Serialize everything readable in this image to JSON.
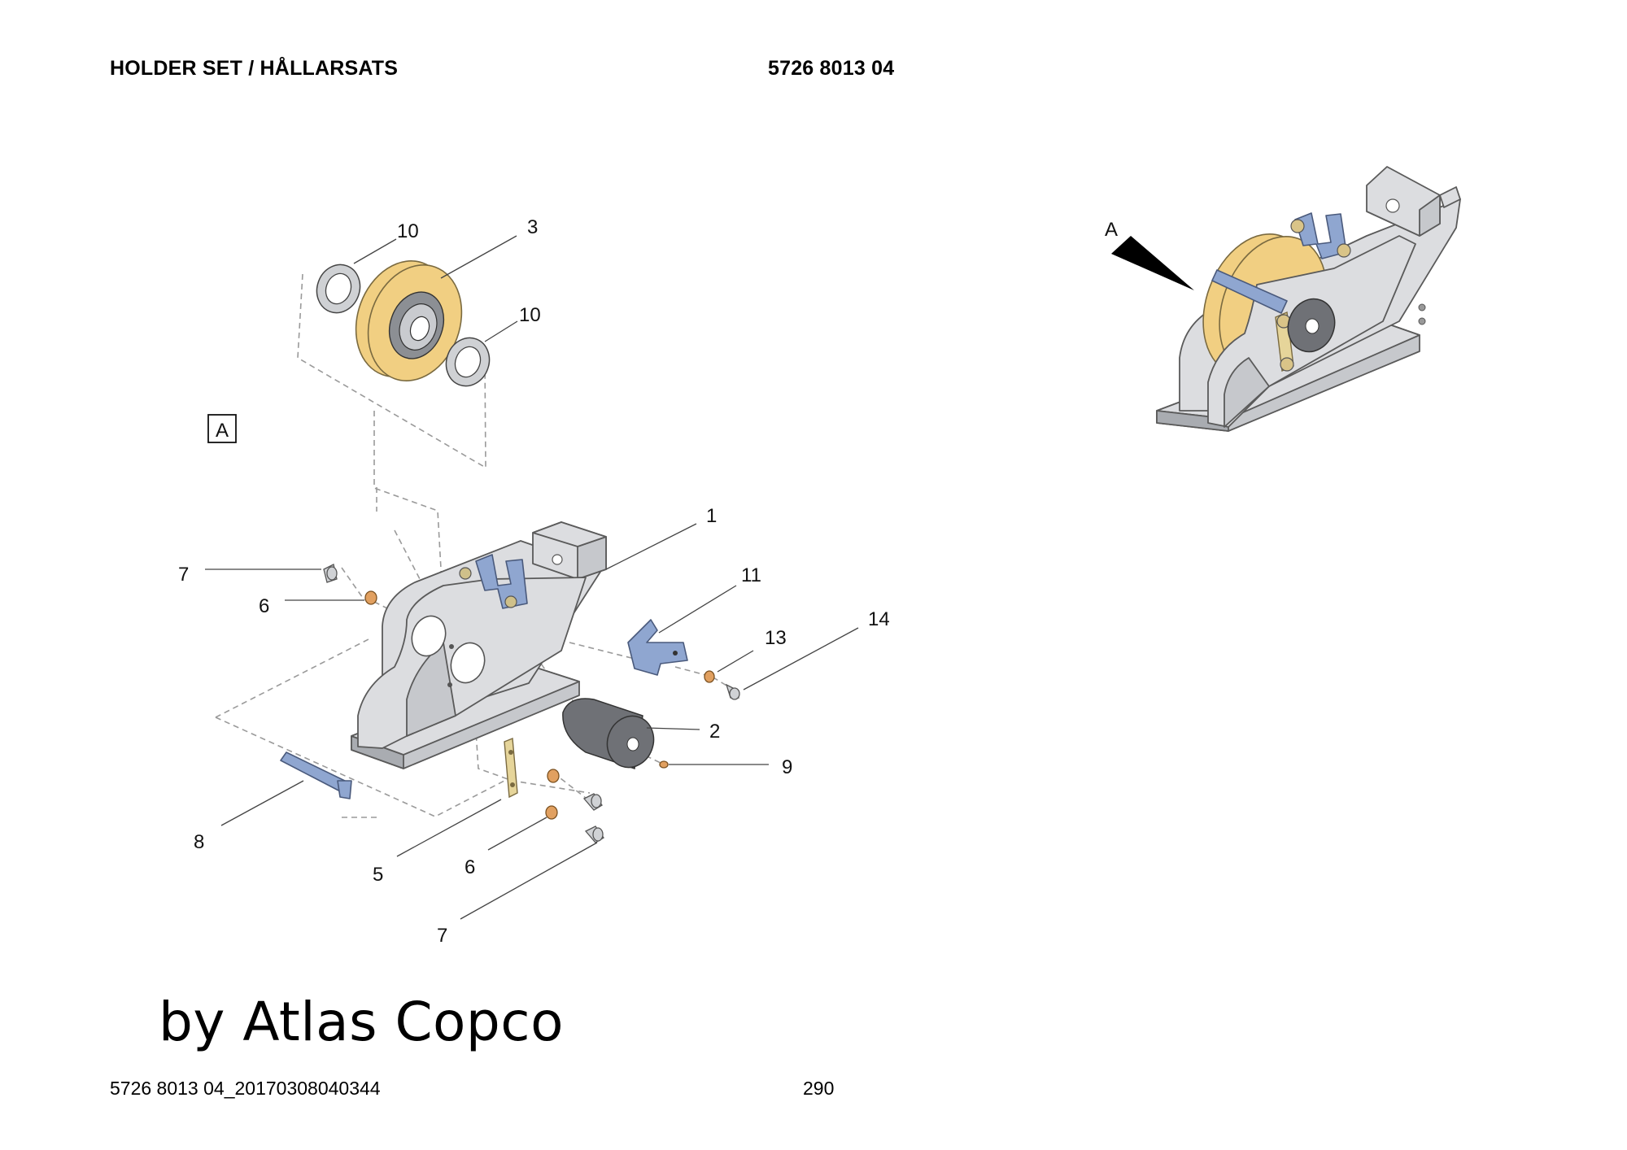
{
  "header": {
    "title": "HOLDER SET / HÅLLARSATS",
    "part_number": "5726 8013 04"
  },
  "view_labels": {
    "detail_box": "A",
    "arrow_label": "A"
  },
  "callouts": [
    "10",
    "3",
    "10",
    "1",
    "7",
    "6",
    "11",
    "13",
    "14",
    "2",
    "9",
    "8",
    "5",
    "6",
    "7"
  ],
  "watermark": "by Atlas Copco",
  "footer": {
    "document_id": "5726 8013 04_20170308040344",
    "page_number": "290"
  },
  "colors": {
    "wheel": "#f1cf82",
    "bracket": "#8fa6d0",
    "housing": "#dcdde0",
    "brass_plate": "#e6d59a",
    "washer": "#e1a060"
  }
}
